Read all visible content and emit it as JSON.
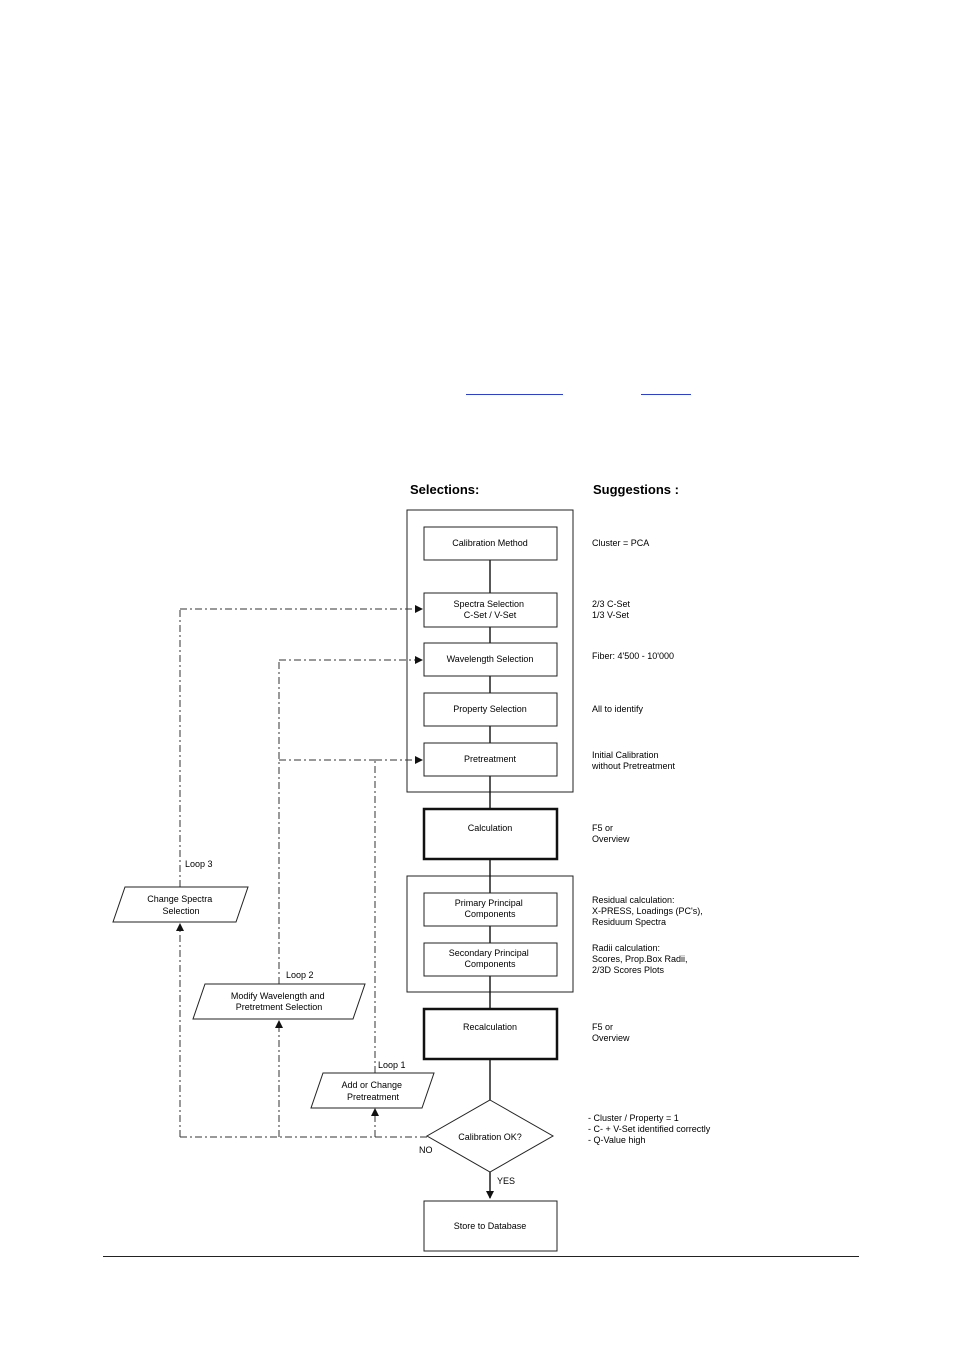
{
  "headers": {
    "selections": "Selections:",
    "suggestions": "Suggestions :"
  },
  "boxes": {
    "calibration_method": [
      "Calibration Method"
    ],
    "spectra_selection": [
      "Spectra Selection",
      "C-Set / V-Set"
    ],
    "wavelength_selection": [
      "Wavelength Selection"
    ],
    "property_selection": [
      "Property Selection"
    ],
    "pretreatment": [
      "Pretreatment"
    ],
    "calculation": [
      "Calculation"
    ],
    "primary_pc": [
      "Primary Principal",
      "Components"
    ],
    "secondary_pc": [
      "Secondary Principal",
      "Components"
    ],
    "recalculation": [
      "Recalculation"
    ],
    "store_db": [
      "Store to Database"
    ]
  },
  "decision": {
    "label": "Calibration OK?",
    "no": "NO",
    "yes": "YES"
  },
  "loop_boxes": {
    "change_spectra": [
      "Change Spectra",
      "Selection"
    ],
    "modify_wavelength": [
      "Modify Wavelength and",
      "Pretretment Selection"
    ],
    "add_pretreatment": [
      "Add or Change",
      "Pretreatment"
    ]
  },
  "loop_labels": {
    "loop1": "Loop 1",
    "loop2": "Loop 2",
    "loop3": "Loop 3"
  },
  "suggestions": {
    "calibration_method": [
      "Cluster = PCA"
    ],
    "spectra_selection": [
      "2/3 C-Set",
      "1/3 V-Set"
    ],
    "wavelength_selection": [
      "Fiber: 4'500 - 10'000"
    ],
    "property_selection": [
      "All to identify"
    ],
    "pretreatment": [
      "Initial Calibration",
      "without Pretreatment"
    ],
    "calculation": [
      "F5 or",
      "Overview"
    ],
    "primary_pc": [
      "Residual calculation:",
      "X-PRESS, Loadings (PC's),",
      "Residuum Spectra"
    ],
    "secondary_pc": [
      "Radii calculation:",
      "Scores, Prop.Box Radii,",
      "2/3D Scores Plots"
    ],
    "recalculation": [
      "F5 or",
      "Overview"
    ],
    "decision": [
      "- Cluster / Property = 1",
      "- C- + V-Set identified correctly",
      "- Q-Value high"
    ]
  }
}
